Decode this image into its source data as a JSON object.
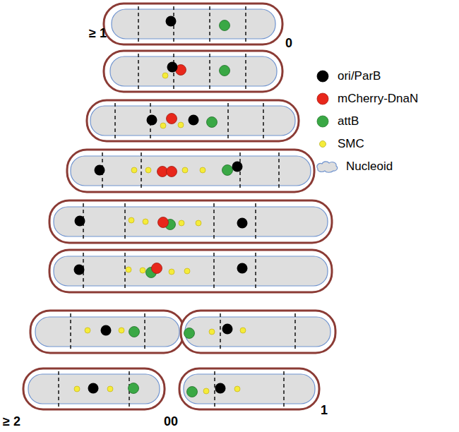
{
  "diagram": {
    "labels": [
      "≥ 1",
      "0",
      "≥ 2",
      "00",
      "1"
    ],
    "legend": [
      {
        "text": "ori/ParB",
        "color": "#000000"
      },
      {
        "text": "mCherry-DnaN",
        "color": "#e8271b"
      },
      {
        "text": "attB",
        "color": "#3aa845"
      },
      {
        "text": "SMC",
        "color": "#f5ec3a"
      },
      {
        "text": "Nucleoid"
      }
    ]
  }
}
